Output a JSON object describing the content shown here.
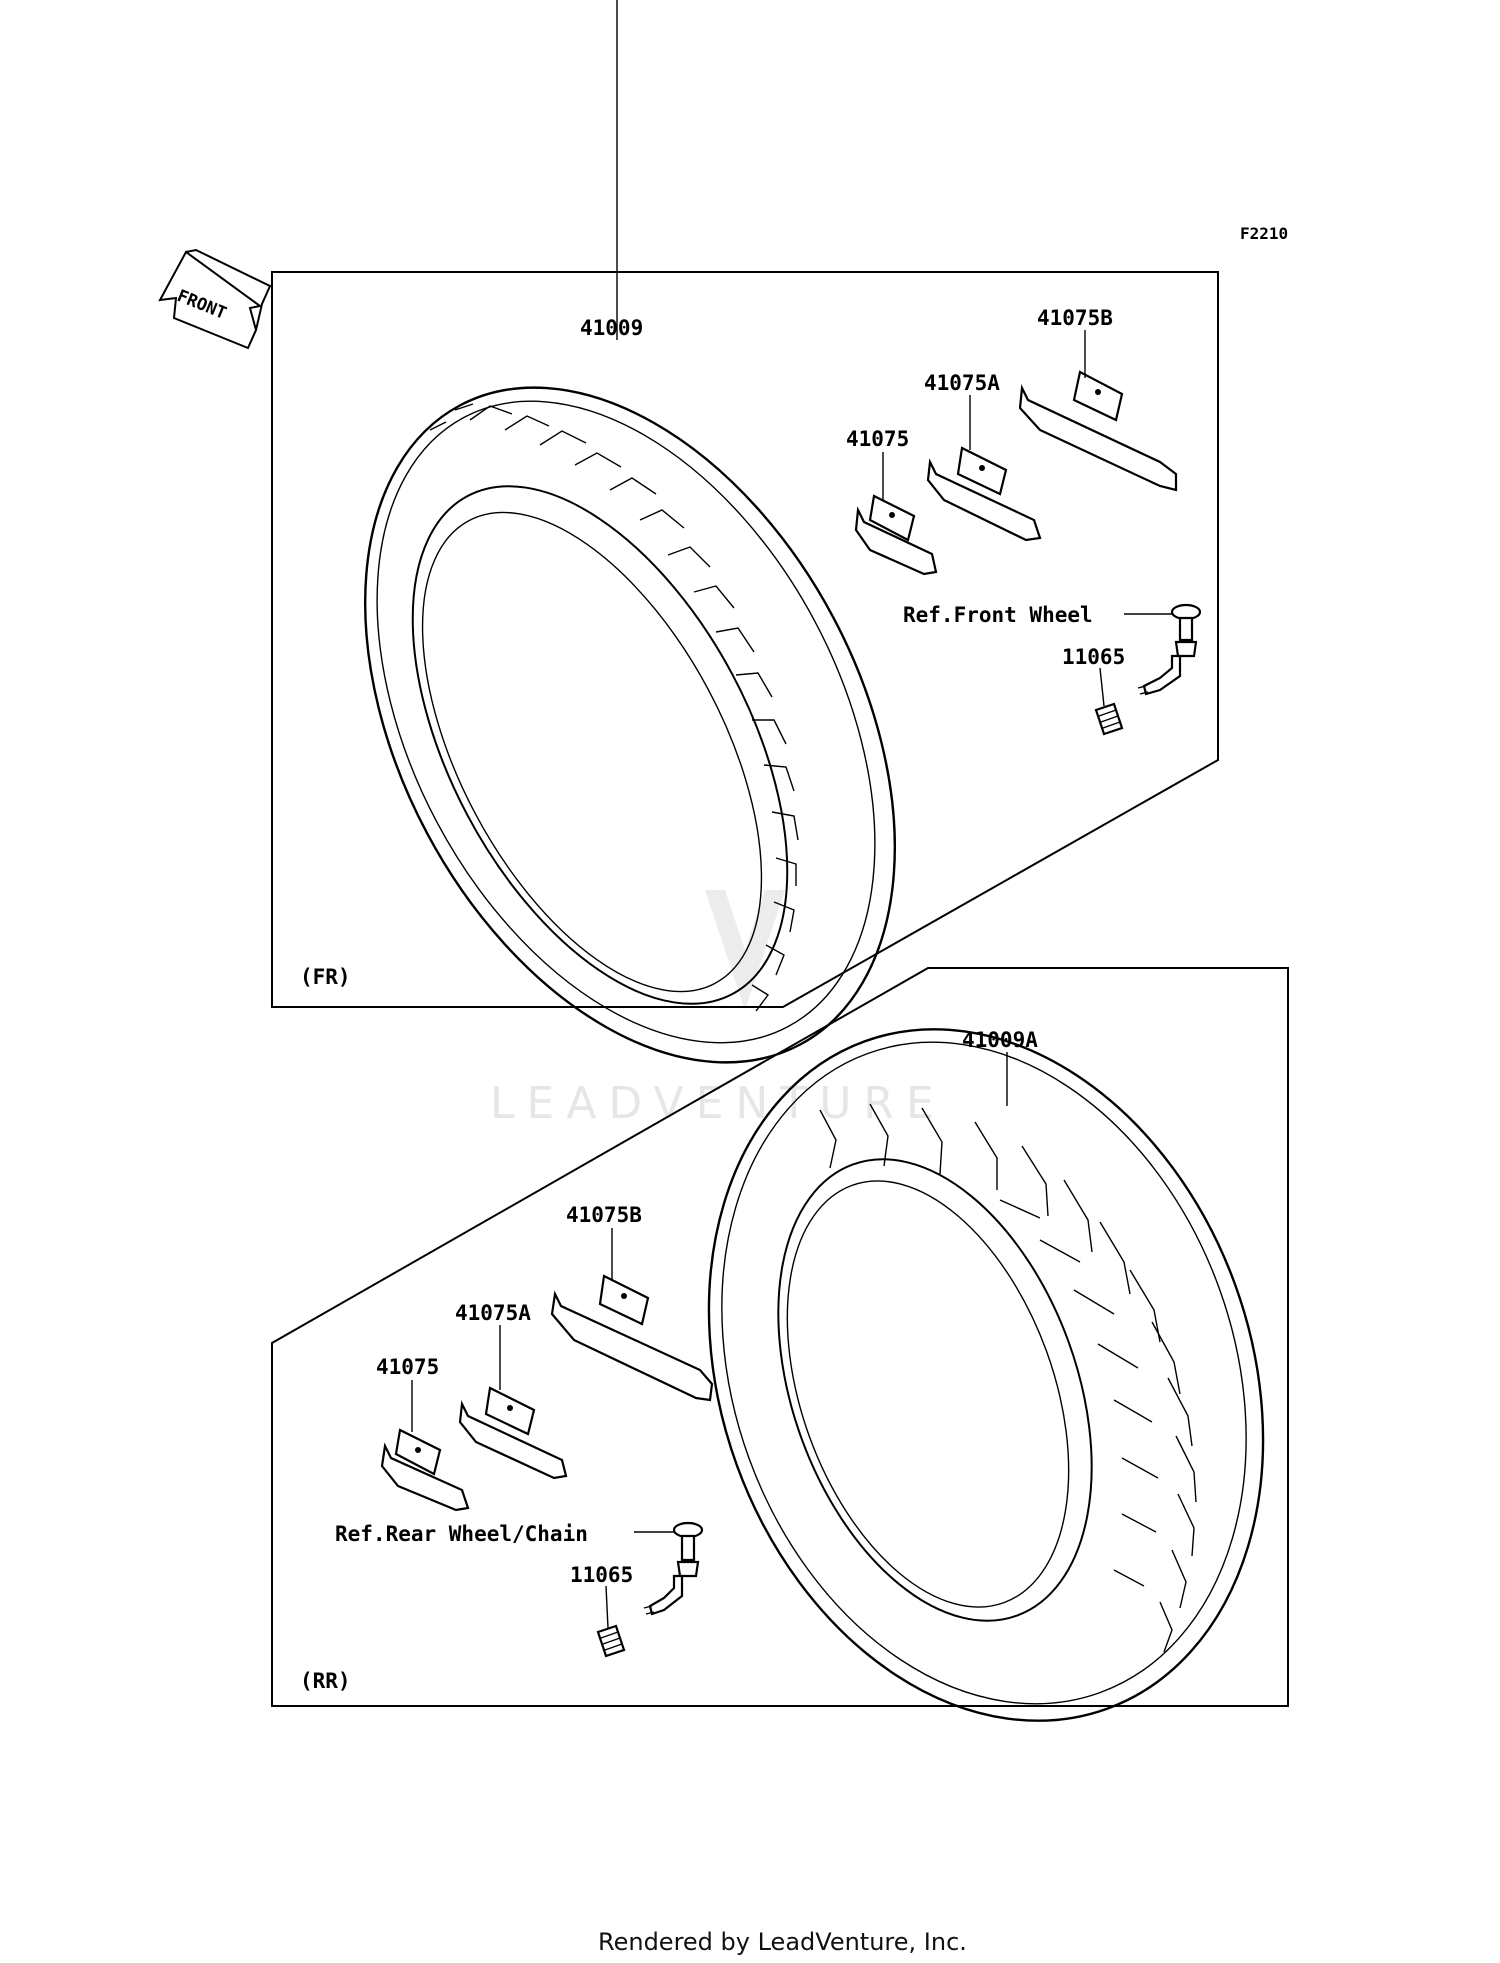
{
  "diagram_code": "F2210",
  "front_arrow_label": "FRONT",
  "watermark": "LEADVENTURE",
  "footer": "Rendered by LeadVenture, Inc.",
  "front_section": {
    "tag": "(FR)",
    "tire": "41009",
    "weight_small": "41075",
    "weight_medium": "41075A",
    "weight_large": "41075B",
    "valve_ref": "Ref.Front Wheel",
    "valve_cap": "11065"
  },
  "rear_section": {
    "tag": "(RR)",
    "tire": "41009A",
    "weight_small": "41075",
    "weight_medium": "41075A",
    "weight_large": "41075B",
    "valve_ref": "Ref.Rear Wheel/Chain",
    "valve_cap": "11065"
  }
}
